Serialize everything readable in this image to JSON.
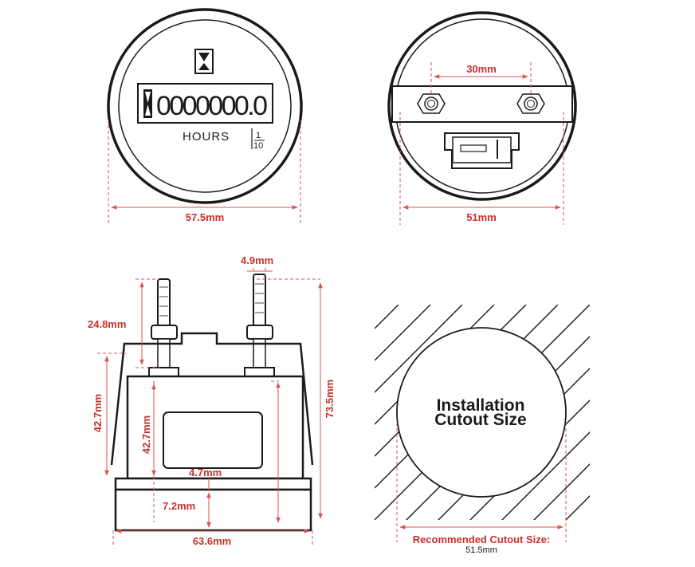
{
  "colors": {
    "dimension": "#c9302c",
    "ink": "#1a1a1a",
    "background": "#ffffff"
  },
  "front_view": {
    "icon": "hourglass-icon",
    "counter_digits": "0000000.0",
    "hours_label": "HOURS",
    "fraction_numerator": "1",
    "fraction_denominator": "10",
    "diameter_label": "57.5mm"
  },
  "back_view": {
    "stud_spacing_label": "30mm",
    "body_diameter_label": "51mm"
  },
  "side_view": {
    "stud_width_label": "4.9mm",
    "stud_length_label": "24.8mm",
    "body_height_outer_label": "42.7mm",
    "body_height_inner_label": "42.7mm",
    "bezel_label": "4.7mm",
    "base_label": "7.2mm",
    "total_height_label": "73.5mm",
    "width_label": "63.6mm"
  },
  "cutout": {
    "title_line1": "Installation",
    "title_line2": "Cutout Size",
    "caption_line1": "Recommended Cutout Size:",
    "caption_line2": "51.5mm"
  }
}
